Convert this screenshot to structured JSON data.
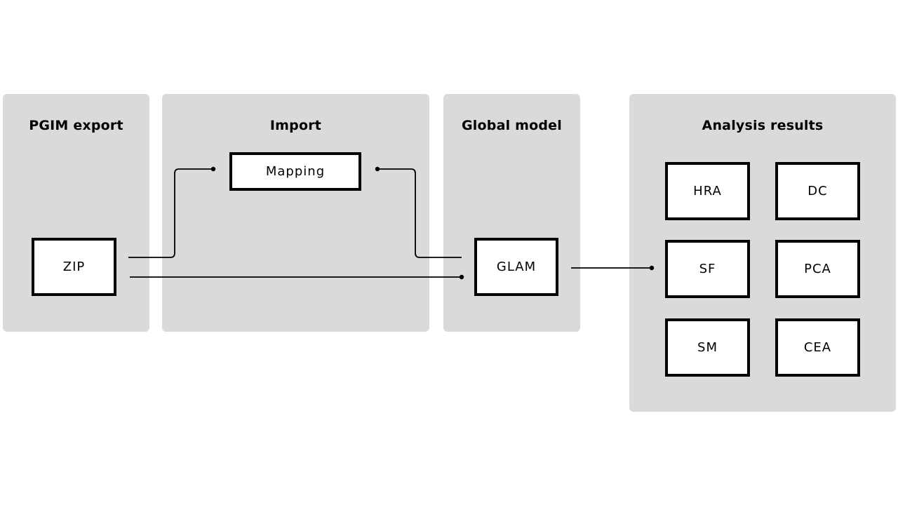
{
  "panels": {
    "pgim_export": {
      "title": "PGIM export"
    },
    "import": {
      "title": "Import"
    },
    "global_model": {
      "title": "Global model"
    },
    "analysis_results": {
      "title": "Analysis results"
    }
  },
  "nodes": {
    "zip": "ZIP",
    "mapping": "Mapping",
    "glam": "GLAM",
    "hra": "HRA",
    "dc": "DC",
    "sf": "SF",
    "pca": "PCA",
    "sm": "SM",
    "cea": "CEA"
  },
  "colors": {
    "panel_fill": "#dadada",
    "stroke": "#000000",
    "node_fill": "#ffffff"
  }
}
